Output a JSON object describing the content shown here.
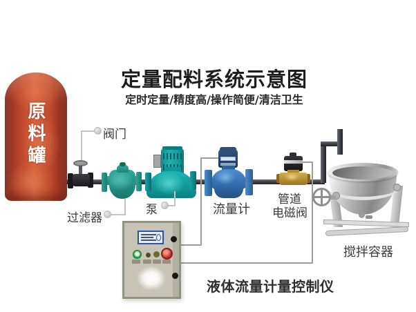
{
  "header": {
    "title": "定量配料系统示意图",
    "subtitle": "定时定量/精度高/操作简便/清洁卫生"
  },
  "equipment": {
    "tank_label": "原料罐",
    "valve_label": "阀门",
    "filter_label": "过滤器",
    "pump_label": "泵",
    "flow_meter_label": "流量计",
    "solenoid_label_line1": "管道",
    "solenoid_label_line2": "电磁阀",
    "vessel_label": "搅拌容器",
    "controller_label": "液体流量计量控制仪"
  },
  "colors": {
    "tank_red": "#c0452b",
    "filter_teal": "#2aa296",
    "pump_teal": "#17b3b3",
    "flow_meter_blue": "#3f85c9",
    "solenoid_brass": "#c9a24a",
    "pipe_dark": "#43434a",
    "control_line_gray": "#9d9d9d",
    "cabinet_beige": "#c7c4b7"
  }
}
